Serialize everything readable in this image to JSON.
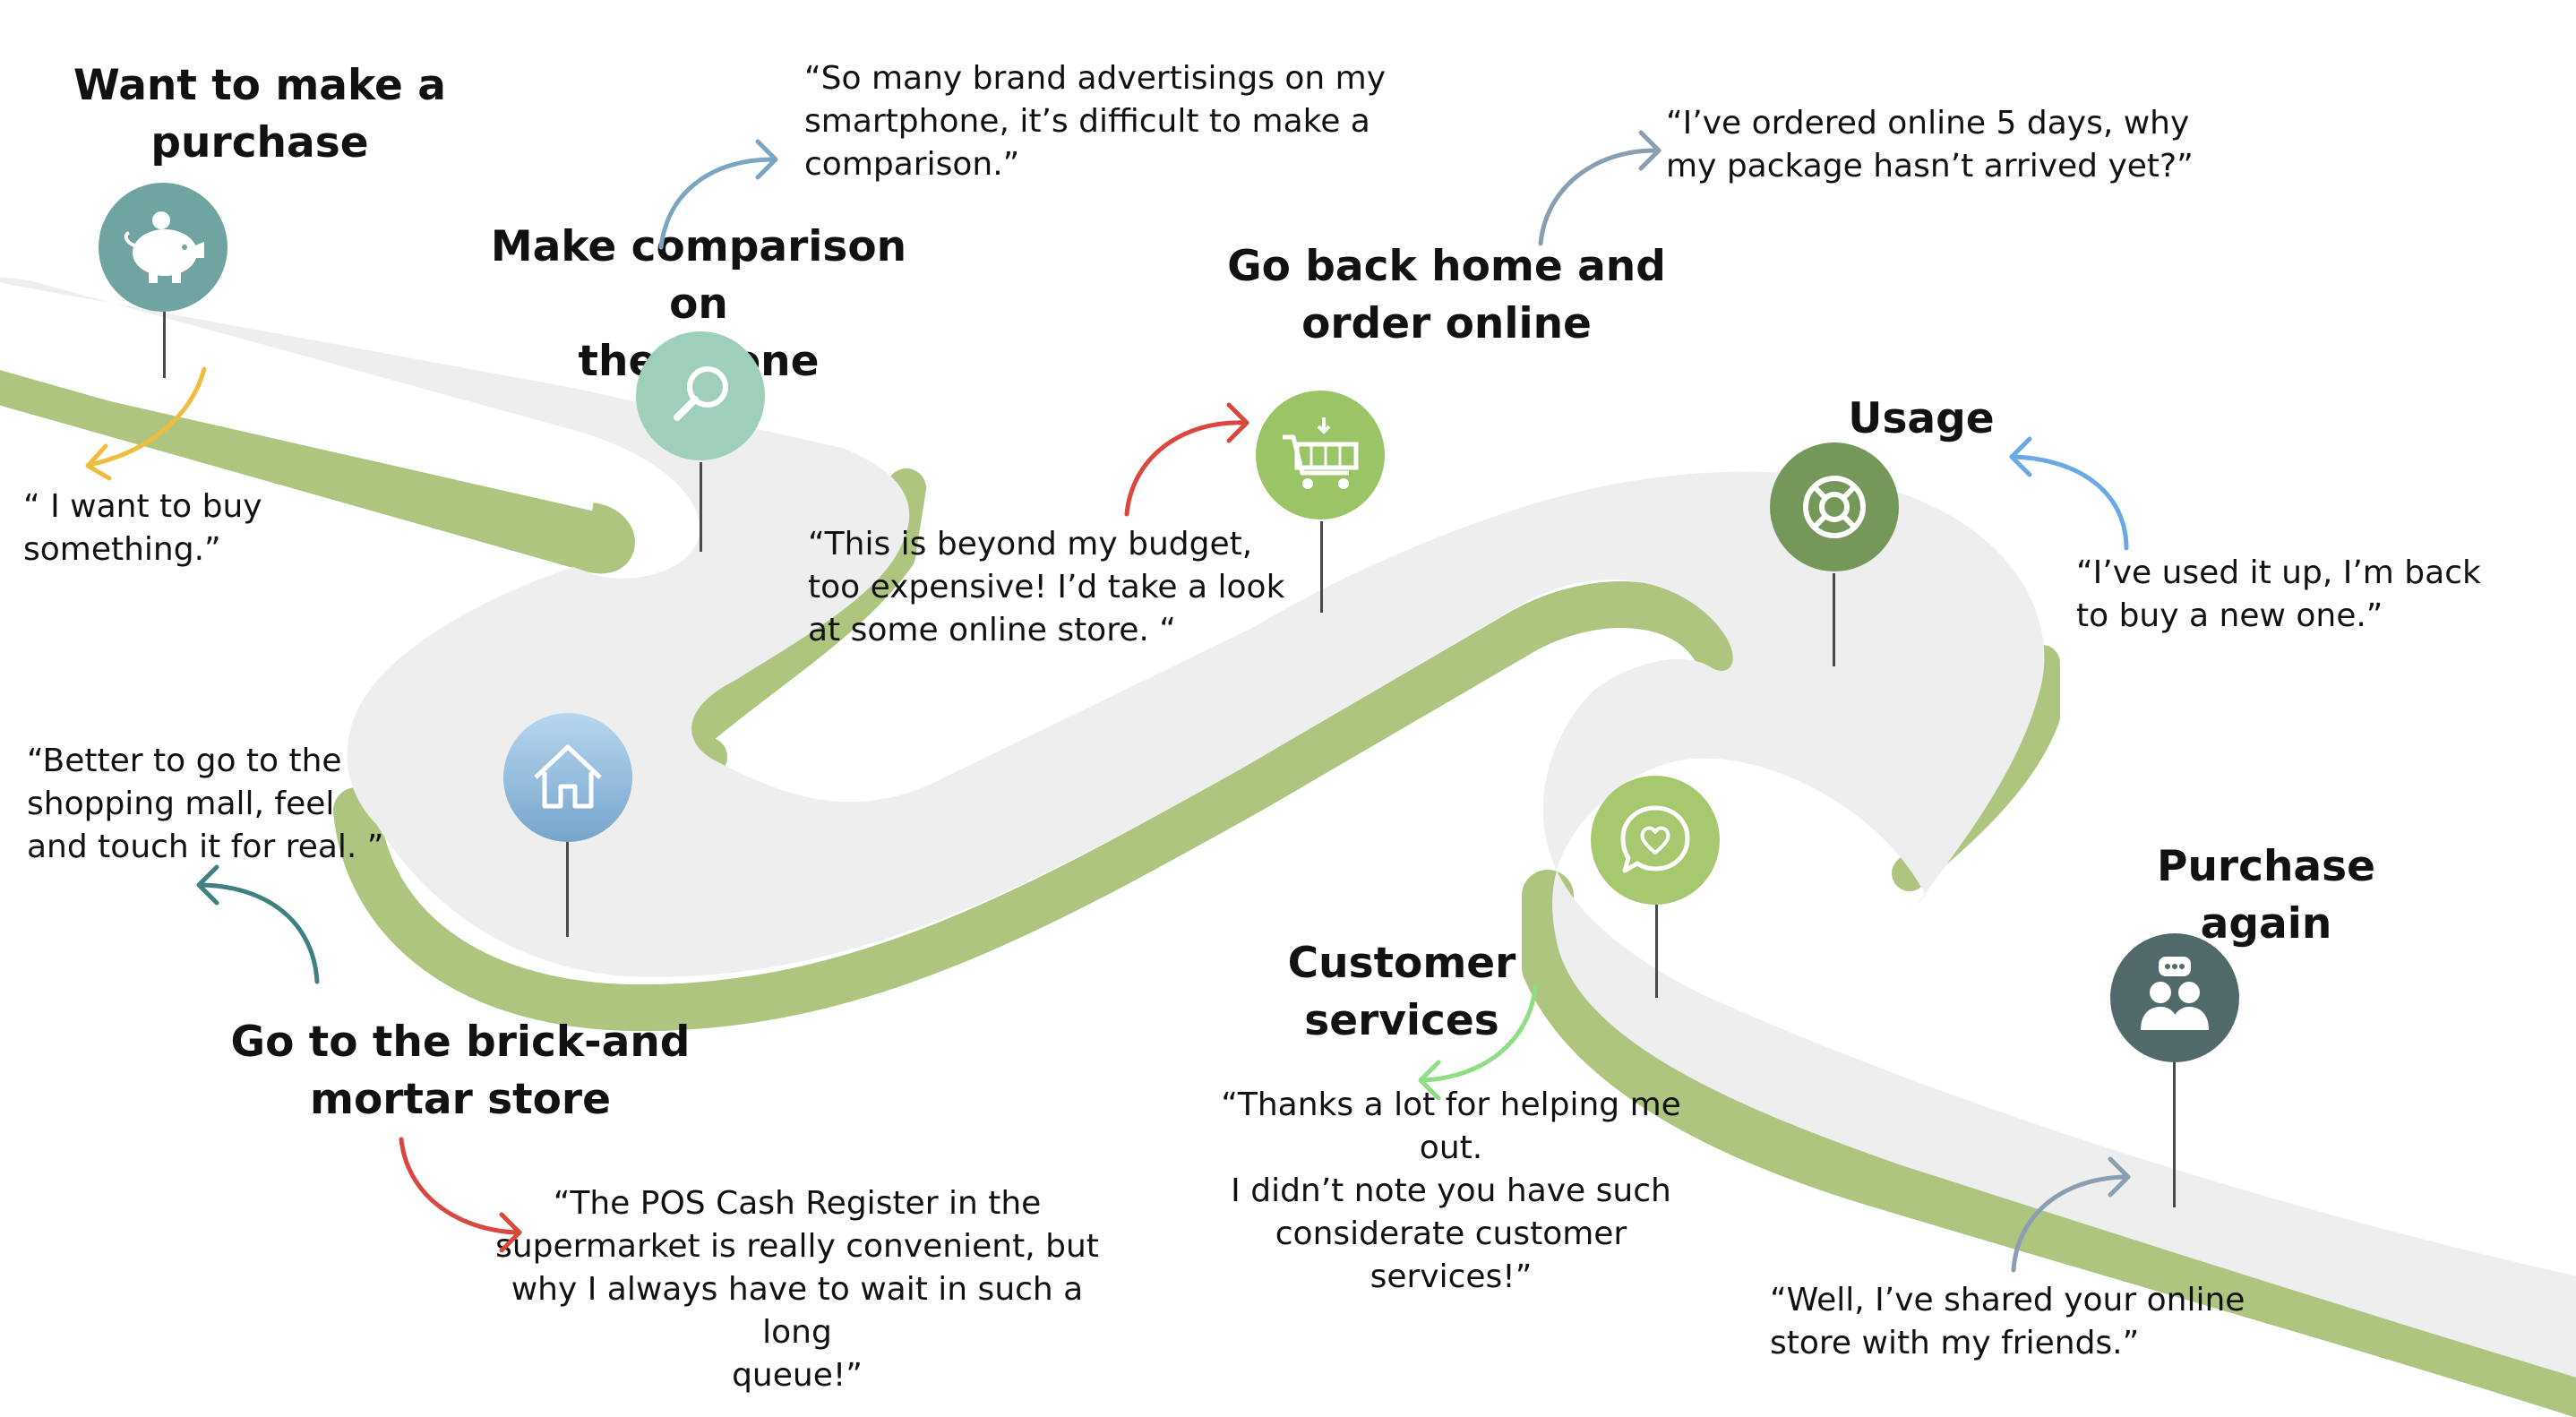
{
  "colors": {
    "road_top": "#eeeeee",
    "road_side": "#adc57e",
    "stem": "#4a4a4a"
  },
  "stages": [
    {
      "id": "want",
      "title": "Want to make a\npurchase",
      "quote": "“ I want to buy something.”",
      "icon": "piggy-bank-icon",
      "color": "#6fa4a0",
      "arrow_color": "#f0bc3c"
    },
    {
      "id": "compare",
      "title": "Make comparison on\nthe phone",
      "quote": "“So many brand advertisings on my\nsmartphone, it’s difficult to make a\ncomparison.”",
      "icon": "magnifier-icon",
      "color": "#9ecfba",
      "arrow_color": "#7aa5c3"
    },
    {
      "id": "store",
      "title": "Go to the brick-and\nmortar store",
      "quote": "“Better to go to the\nshopping mall, feel\nand touch it for real. ”",
      "quote2": "“The POS Cash Register in the\nsupermarket is really convenient, but\nwhy I always have to wait in such a long\nqueue!”",
      "icon": "house-icon",
      "color": "#80aed2",
      "arrow_color": "#3f8080",
      "arrow2_color": "#d9473f"
    },
    {
      "id": "online",
      "title": "Go back home and\norder online",
      "quote": "“This is beyond my budget,\ntoo expensive! I’d take a look\nat some online store. “",
      "quote2": "“I’ve ordered online 5 days, why\nmy package hasn’t arrived yet?”",
      "icon": "shopping-cart-icon",
      "color": "#9ac465",
      "arrow_color": "#d9473f",
      "arrow2_color": "#8a9eb1"
    },
    {
      "id": "usage",
      "title": "Usage",
      "quote": "“I’ve used it up, I’m back\nto buy a new one.”",
      "icon": "lifebuoy-icon",
      "color": "#76975a",
      "arrow_color": "#6aa9e6"
    },
    {
      "id": "service",
      "title": "Customer services",
      "quote": "“Thanks a lot for helping me out.\nI didn’t note you have such\nconsiderate customer services!”",
      "icon": "chat-heart-icon",
      "color": "#a7c86f",
      "arrow_color": "#8fdd84"
    },
    {
      "id": "again",
      "title": "Purchase again",
      "quote": "“Well, I’ve shared your online\nstore with my friends.”",
      "icon": "group-chat-icon",
      "color": "#52696b",
      "arrow_color": "#8a9eb1"
    }
  ]
}
